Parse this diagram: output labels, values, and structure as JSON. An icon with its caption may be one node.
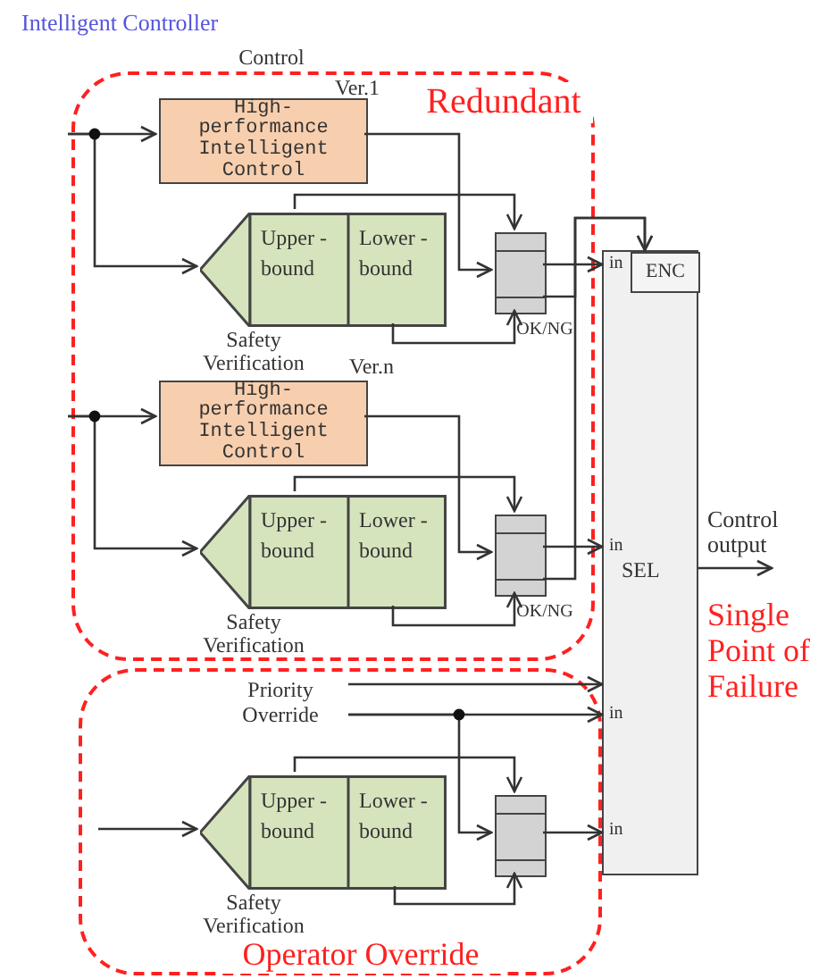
{
  "diagram": {
    "title": "Intelligent Controller",
    "nodes": [
      {
        "text": [
          "Redundant"
        ]
      },
      {
        "text": [
          "High- performance Intelligent Control"
        ],
        "in": 0,
        "beside": [
          "Control",
          "Ver.1"
        ]
      },
      {
        "text": [
          "Upper - bound",
          "Lower - bound"
        ],
        "in": 0,
        "beside": [
          "Safety Verification"
        ]
      },
      {
        "text": [],
        "shape": "box",
        "in": 0,
        "beside": [
          "OK/NG"
        ]
      },
      {
        "text": [
          "High- performance Intelligent Control"
        ],
        "in": 0,
        "beside": [
          "Ver.n"
        ]
      },
      {
        "text": [
          "Upper - bound",
          "Lower - bound"
        ],
        "in": 0,
        "beside": [
          "Safety Verification"
        ]
      },
      {
        "text": [],
        "shape": "box",
        "in": 0,
        "beside": [
          "OK/NG"
        ]
      },
      {
        "text": [
          "Operator Override"
        ]
      },
      {
        "text": [
          "Priority Override"
        ],
        "in": 7
      },
      {
        "text": [
          "Upper - bound",
          "Lower - bound"
        ],
        "in": 7,
        "beside": [
          "Safety Verification"
        ]
      },
      {
        "text": [],
        "shape": "box",
        "in": 7
      },
      {
        "text": [
          "SEL"
        ]
      },
      {
        "text": [
          "ENC"
        ],
        "in": 11
      }
    ],
    "edges": [
      {
        "from": null,
        "to": 1,
        "arrow": "to"
      },
      {
        "from": null,
        "to": 2,
        "arrow": "to"
      },
      {
        "from": 1,
        "to": 3,
        "arrow": "to"
      },
      {
        "from": 2,
        "to": 3,
        "arrow": "to"
      },
      {
        "from": 2,
        "to": 3,
        "arrow": "to"
      },
      {
        "from": 3,
        "to": 11,
        "arrow": "to"
      },
      {
        "from": 3,
        "to": 12,
        "arrow": "to"
      },
      {
        "from": null,
        "to": 4,
        "arrow": "to"
      },
      {
        "from": null,
        "to": 5,
        "arrow": "to"
      },
      {
        "from": 4,
        "to": 6,
        "arrow": "to"
      },
      {
        "from": 5,
        "to": 6,
        "arrow": "to"
      },
      {
        "from": 5,
        "to": 6,
        "arrow": "to"
      },
      {
        "from": 6,
        "to": 11,
        "arrow": "to"
      },
      {
        "from": 6,
        "to": 12,
        "arrow": "to"
      },
      {
        "from": 8,
        "to": 11,
        "arrow": "to"
      },
      {
        "from": 8,
        "to": 11,
        "arrow": "to"
      },
      {
        "from": 8,
        "to": 10,
        "arrow": "to"
      },
      {
        "from": null,
        "to": 9,
        "arrow": "to"
      },
      {
        "from": 9,
        "to": 10,
        "arrow": "to"
      },
      {
        "from": 9,
        "to": 10,
        "arrow": "to"
      },
      {
        "from": 10,
        "to": 11,
        "arrow": "to"
      },
      {
        "from": 11,
        "to": null,
        "arrow": "to",
        "label": "Control output"
      }
    ],
    "labels": [
      "in",
      "in",
      "Single Point of Failure",
      "in",
      "in"
    ]
  }
}
